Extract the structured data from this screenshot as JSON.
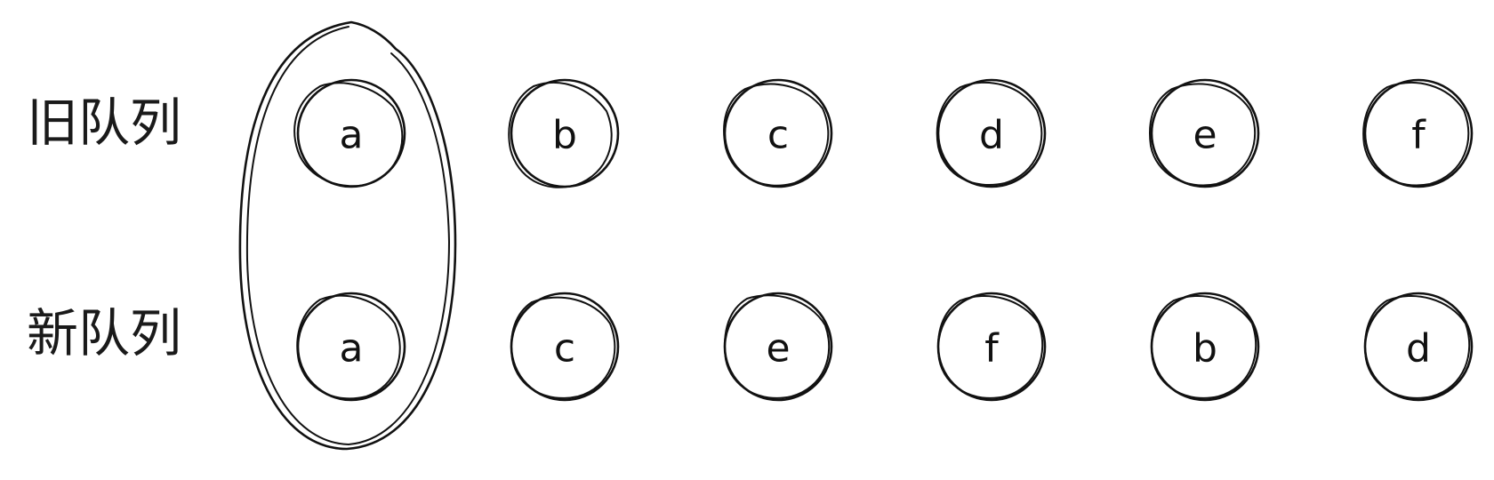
{
  "rows": [
    {
      "label": "旧队列",
      "nodes": [
        "a",
        "b",
        "c",
        "d",
        "e",
        "f"
      ]
    },
    {
      "label": "新队列",
      "nodes": [
        "a",
        "c",
        "e",
        "f",
        "b",
        "d"
      ]
    }
  ],
  "highlight": {
    "column": 0,
    "shape": "ellipse-around-first-column"
  },
  "colors": {
    "stroke": "#111111",
    "text": "#1a1a1a",
    "background": "#ffffff"
  }
}
